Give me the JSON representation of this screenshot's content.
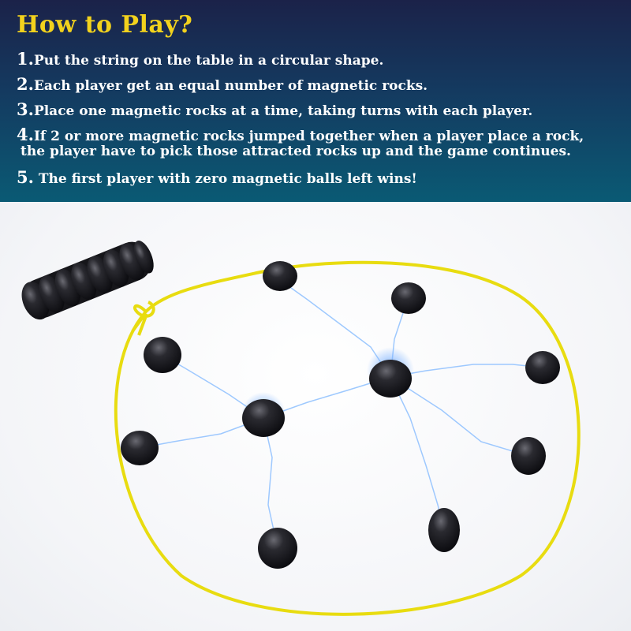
{
  "title": "How to Play?",
  "steps": [
    {
      "num": "1.",
      "text": "Put the string on the table in a circular shape."
    },
    {
      "num": "2.",
      "text": "Each player get an equal number of magnetic rocks."
    },
    {
      "num": "3.",
      "text": "Place one magnetic rocks at a time, taking turns with each player."
    },
    {
      "num": "4.",
      "text": "If 2 or more magnetic rocks jumped together when a player place a rock,",
      "text2": "the player have to pick those attracted rocks up and the game continues."
    },
    {
      "num": "5.",
      "text": " The first player with zero magnetic balls left wins!"
    }
  ],
  "colors": {
    "title": "#f2d21d",
    "string": "#e8dc10",
    "rock": "#1a1a1e",
    "spark": "#6aa8ff"
  }
}
